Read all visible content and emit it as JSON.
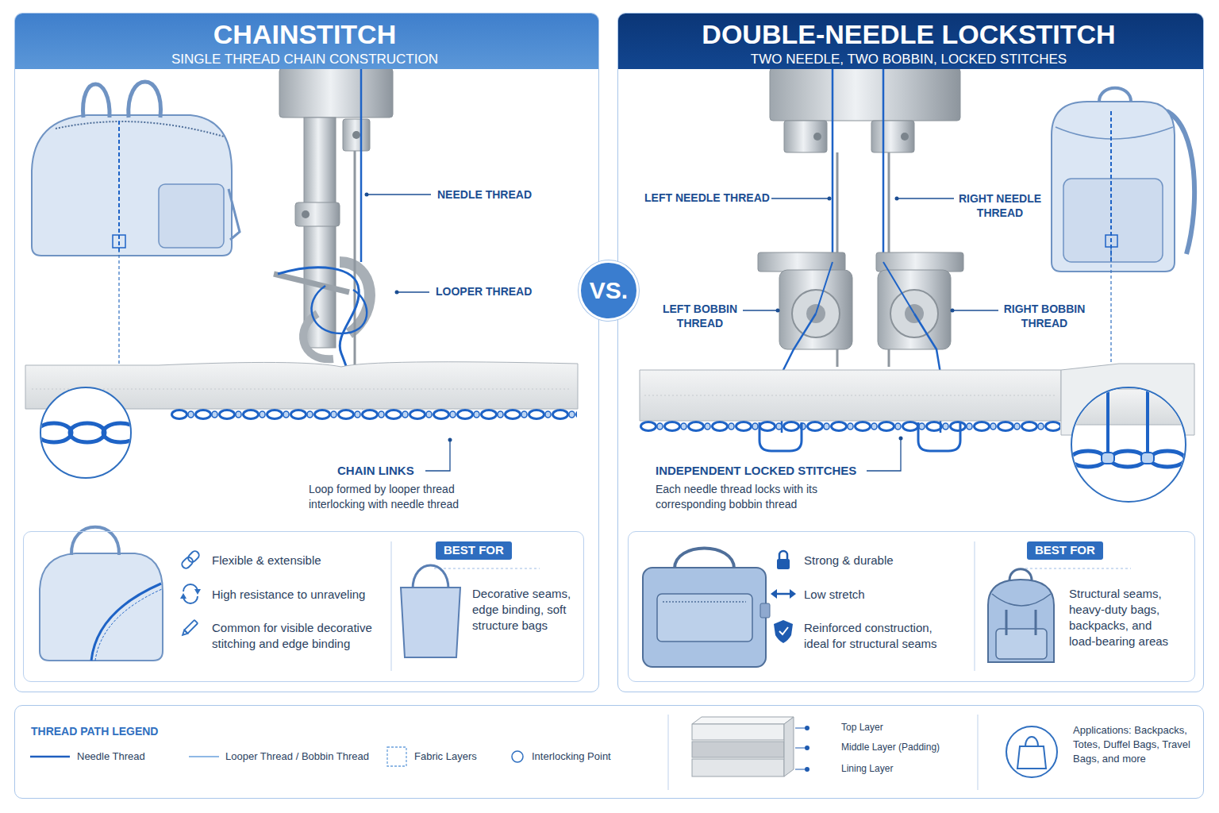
{
  "diagram": {
    "nodes": [
      {
        "text": [
          "CHAINSTITCH",
          "SINGLE THREAD CHAIN CONSTRUCTION"
        ]
      },
      {
        "text": [
          "Flexible & extensible",
          "High resistance to unraveling",
          "Common for visible decorative stitching and edge binding"
        ],
        "in": 0
      },
      {
        "text": [
          "BEST FOR"
        ],
        "in": 1
      },
      {
        "text": [
          "VS."
        ]
      },
      {
        "text": [
          "DOUBLE-NEEDLE LOCKSTITCH",
          "TWO NEEDLE, TWO BOBBIN, LOCKED STITCHES"
        ]
      },
      {
        "text": [
          "Strong & durable",
          "Low stretch",
          "Reinforced construction, ideal for structural seams"
        ],
        "in": 4
      },
      {
        "text": [
          "BEST FOR"
        ],
        "in": 5
      },
      {
        "text": [
          "THREAD PATH LEGEND"
        ]
      }
    ],
    "labels": [
      "NEEDLE THREAD",
      "LOOPER THREAD",
      "CHAIN LINKS",
      "Loop formed by looper thread interlocking with needle thread",
      "Decorative seams, edge binding, soft structure bags",
      "LEFT NEEDLE THREAD",
      "RIGHT NEEDLE THREAD",
      "LEFT BOBBIN THREAD",
      "RIGHT BOBBIN THREAD",
      "INDEPENDENT LOCKED STITCHES",
      "Each needle thread locks with its corresponding bobbin thread",
      "Structural seams, heavy-duty bags, backpacks, and load-bearing areas",
      "Top Layer",
      "Middle Layer (Padding)",
      "Lining Layer",
      "Applications: Backpacks, Totes, Duffel Bags, Travel Bags, and more"
    ],
    "legend": [
      {
        "text": "Needle Thread"
      },
      {
        "text": "Looper Thread / Bobbin Thread"
      },
      {
        "text": "Fabric Layers"
      },
      {
        "text": "Interlocking Point"
      }
    ]
  }
}
